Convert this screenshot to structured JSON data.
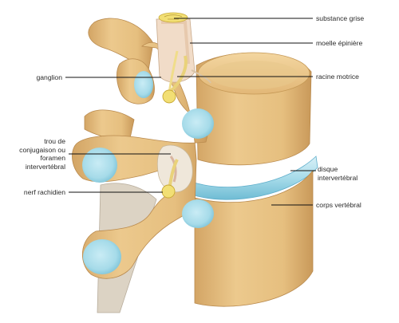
{
  "labels": {
    "substance_grise": "substance grise",
    "moelle_epiniere": "moelle épinière",
    "racine_motrice": "racine motrice",
    "ganglion": "ganglion",
    "trou_line1": "trou de",
    "trou_line2": "conjugaison ou",
    "trou_line3": "foramen",
    "trou_line4": "intervertébral",
    "disque_line1": "disque",
    "disque_line2": "intervertébral",
    "nerf_rachidien": "nerf rachidien",
    "corps_vertebral": "corps vertébral"
  },
  "colors": {
    "bone": "#e9c486",
    "bone_shadow": "#c99a5a",
    "bone_light": "#f7dfaf",
    "cartilage": "#a8dcea",
    "cartilage_dark": "#6fbcd4",
    "nerve": "#f2df74",
    "nerve_dark": "#c8a935",
    "cord": "#f1dcc8"
  }
}
